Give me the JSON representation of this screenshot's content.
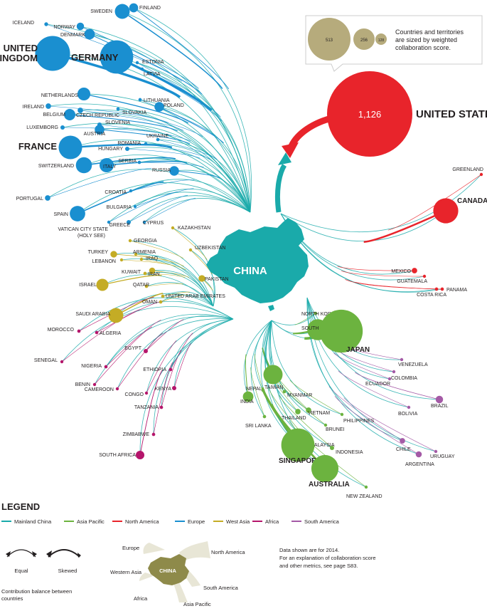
{
  "colors": {
    "china": "#1aaaaa",
    "asia_pacific": "#6cb33f",
    "north_america": "#e8242b",
    "europe": "#1a8fd0",
    "west_asia": "#c4ac25",
    "africa": "#b5156b",
    "south_america": "#a45aa6",
    "bubble_key": "#b6ab7c",
    "map_key": "#8e8a4a"
  },
  "center_label": "CHINA",
  "size_key": {
    "values": [
      513,
      256,
      128
    ],
    "text": [
      "Countries and territories",
      "are sized by weighted",
      "collaboration score."
    ]
  },
  "us": {
    "label": "UNITED STATES",
    "value": "1,126"
  },
  "countries": [
    {
      "name": "ICELAND",
      "region": "europe",
      "score": 4
    },
    {
      "name": "SWEDEN",
      "region": "europe",
      "score": 60
    },
    {
      "name": "FINLAND",
      "region": "europe",
      "score": 22
    },
    {
      "name": "NORWAY",
      "region": "europe",
      "score": 15
    },
    {
      "name": "DENMARK",
      "region": "europe",
      "score": 30
    },
    {
      "name": "UNITED KINGDOM",
      "region": "europe",
      "score": 330
    },
    {
      "name": "GERMANY",
      "region": "europe",
      "score": 300
    },
    {
      "name": "ESTONIA",
      "region": "europe",
      "score": 2
    },
    {
      "name": "LATVIA",
      "region": "europe",
      "score": 2
    },
    {
      "name": "NETHERLANDS",
      "region": "europe",
      "score": 45
    },
    {
      "name": "IRELAND",
      "region": "europe",
      "score": 8
    },
    {
      "name": "BELGIUM",
      "region": "europe",
      "score": 35
    },
    {
      "name": "CZECH REPUBLIC",
      "region": "europe",
      "score": 8
    },
    {
      "name": "LITHUANIA",
      "region": "europe",
      "score": 3
    },
    {
      "name": "POLAND",
      "region": "europe",
      "score": 25
    },
    {
      "name": "SLOVAKIA",
      "region": "europe",
      "score": 3
    },
    {
      "name": "LUXEMBORG",
      "region": "europe",
      "score": 5
    },
    {
      "name": "SLOVENIA",
      "region": "europe",
      "score": 5
    },
    {
      "name": "AUSTRIA",
      "region": "europe",
      "score": 25
    },
    {
      "name": "FRANCE",
      "region": "europe",
      "score": 150
    },
    {
      "name": "UKRAINE",
      "region": "europe",
      "score": 3
    },
    {
      "name": "ROMANIA",
      "region": "europe",
      "score": 3
    },
    {
      "name": "HUNGARY",
      "region": "europe",
      "score": 5
    },
    {
      "name": "SWITZERLAND",
      "region": "europe",
      "score": 70
    },
    {
      "name": "ITALY",
      "region": "europe",
      "score": 55
    },
    {
      "name": "SERBIA",
      "region": "europe",
      "score": 3
    },
    {
      "name": "RUSSIA",
      "region": "europe",
      "score": 25
    },
    {
      "name": "PORTUGAL",
      "region": "europe",
      "score": 8
    },
    {
      "name": "CROATIA",
      "region": "europe",
      "score": 2
    },
    {
      "name": "BULGARIA",
      "region": "europe",
      "score": 2
    },
    {
      "name": "SPAIN",
      "region": "europe",
      "score": 65
    },
    {
      "name": "VATICAN CITY STATE (HOLY SEE)",
      "region": "europe",
      "score": 2
    },
    {
      "name": "GREECE",
      "region": "europe",
      "score": 5
    },
    {
      "name": "CYPRUS",
      "region": "europe",
      "score": 2
    },
    {
      "name": "GREENLAND",
      "region": "north_america",
      "score": 1
    },
    {
      "name": "CANADA",
      "region": "north_america",
      "score": 170
    },
    {
      "name": "MEXICO",
      "region": "north_america",
      "score": 8
    },
    {
      "name": "GUATEMALA",
      "region": "north_america",
      "score": 1
    },
    {
      "name": "COSTA RICA",
      "region": "north_america",
      "score": 3
    },
    {
      "name": "PANAMA",
      "region": "north_america",
      "score": 3
    },
    {
      "name": "KAZAKHSTAN",
      "region": "west_asia",
      "score": 2
    },
    {
      "name": "GEORGIA",
      "region": "west_asia",
      "score": 1
    },
    {
      "name": "UZBEKISTAN",
      "region": "west_asia",
      "score": 1
    },
    {
      "name": "ARMENIA",
      "region": "west_asia",
      "score": 1
    },
    {
      "name": "TURKEY",
      "region": "west_asia",
      "score": 12
    },
    {
      "name": "LEBANON",
      "region": "west_asia",
      "score": 2
    },
    {
      "name": "IRAQ",
      "region": "west_asia",
      "score": 2
    },
    {
      "name": "PAKISTAN",
      "region": "west_asia",
      "score": 12
    },
    {
      "name": "IRAN",
      "region": "west_asia",
      "score": 10
    },
    {
      "name": "KUWAIT",
      "region": "west_asia",
      "score": 3
    },
    {
      "name": "QATAR",
      "region": "west_asia",
      "score": 3
    },
    {
      "name": "ISRAEL",
      "region": "west_asia",
      "score": 40
    },
    {
      "name": "UNITED ARAB EMIRATES",
      "region": "west_asia",
      "score": 3
    },
    {
      "name": "OMAN",
      "region": "west_asia",
      "score": 3
    },
    {
      "name": "SAUDI ARABIA",
      "region": "west_asia",
      "score": 60
    },
    {
      "name": "MOROCCO",
      "region": "africa",
      "score": 3
    },
    {
      "name": "ALGERIA",
      "region": "africa",
      "score": 3
    },
    {
      "name": "EGYPT",
      "region": "africa",
      "score": 5
    },
    {
      "name": "SENEGAL",
      "region": "africa",
      "score": 2
    },
    {
      "name": "ETHIOPIA",
      "region": "africa",
      "score": 3
    },
    {
      "name": "NIGERIA",
      "region": "africa",
      "score": 3
    },
    {
      "name": "CAMEROON",
      "region": "africa",
      "score": 2
    },
    {
      "name": "BENIN",
      "region": "africa",
      "score": 2
    },
    {
      "name": "CONGO",
      "region": "africa",
      "score": 2
    },
    {
      "name": "KENYA",
      "region": "africa",
      "score": 5
    },
    {
      "name": "TANZANIA",
      "region": "africa",
      "score": 3
    },
    {
      "name": "ZIMBABWE",
      "region": "africa",
      "score": 3
    },
    {
      "name": "SOUTH AFRICA",
      "region": "africa",
      "score": 20
    },
    {
      "name": "NORTH KOREA",
      "region": "asia_pacific",
      "score": 1
    },
    {
      "name": "SOUTH KOREA",
      "region": "asia_pacific",
      "score": 120
    },
    {
      "name": "JAPAN",
      "region": "asia_pacific",
      "score": 500
    },
    {
      "name": "NEPAL",
      "region": "asia_pacific",
      "score": 3
    },
    {
      "name": "TAIWAN",
      "region": "asia_pacific",
      "score": 100
    },
    {
      "name": "INDIA",
      "region": "asia_pacific",
      "score": 30
    },
    {
      "name": "MYANMAR",
      "region": "asia_pacific",
      "score": 3
    },
    {
      "name": "THAILAND",
      "region": "asia_pacific",
      "score": 8
    },
    {
      "name": "SRI LANKA",
      "region": "asia_pacific",
      "score": 3
    },
    {
      "name": "VIETNAM",
      "region": "asia_pacific",
      "score": 8
    },
    {
      "name": "BRUNEI",
      "region": "asia_pacific",
      "score": 2
    },
    {
      "name": "PHILIPPINES",
      "region": "asia_pacific",
      "score": 2
    },
    {
      "name": "MALAYSIA",
      "region": "asia_pacific",
      "score": 5
    },
    {
      "name": "SINGAPORE",
      "region": "asia_pacific",
      "score": 300
    },
    {
      "name": "INDONESIA",
      "region": "asia_pacific",
      "score": 5
    },
    {
      "name": "AUSTRALIA",
      "region": "asia_pacific",
      "score": 200
    },
    {
      "name": "NEW ZEALAND",
      "region": "asia_pacific",
      "score": 2
    },
    {
      "name": "VENEZUELA",
      "region": "south_america",
      "score": 1
    },
    {
      "name": "COLOMBIA",
      "region": "south_america",
      "score": 1
    },
    {
      "name": "ECUADOR",
      "region": "south_america",
      "score": 1
    },
    {
      "name": "BRAZIL",
      "region": "south_america",
      "score": 15
    },
    {
      "name": "BOLIVIA",
      "region": "south_america",
      "score": 1
    },
    {
      "name": "CHILE",
      "region": "south_america",
      "score": 8
    },
    {
      "name": "URUGUAY",
      "region": "south_america",
      "score": 2
    },
    {
      "name": "ARGENTINA",
      "region": "south_america",
      "score": 10
    }
  ],
  "legend": {
    "title": "LEGEND",
    "items": [
      {
        "label": "Mainland China",
        "region": "china"
      },
      {
        "label": "Asia Pacific",
        "region": "asia_pacific"
      },
      {
        "label": "North America",
        "region": "north_america"
      },
      {
        "label": "Europe",
        "region": "europe"
      },
      {
        "label": "West Asia",
        "region": "west_asia"
      },
      {
        "label": "Africa",
        "region": "africa"
      },
      {
        "label": "South America",
        "region": "south_america"
      }
    ],
    "equal_label": "Equal",
    "skewed_label": "Skewed",
    "balance_text": [
      "Contribution balance between",
      "countries"
    ],
    "map_labels": {
      "center": "CHINA",
      "europe": "Europe",
      "north_america": "North America",
      "western_asia": "Western Asia",
      "south_america": "South America",
      "africa": "Africa",
      "asia_pacific": "Asia Pacific"
    },
    "note_lines": [
      "Data shown are for 2014.",
      "For an explanation of collaboration score",
      "and other metrics, see page S83."
    ]
  }
}
